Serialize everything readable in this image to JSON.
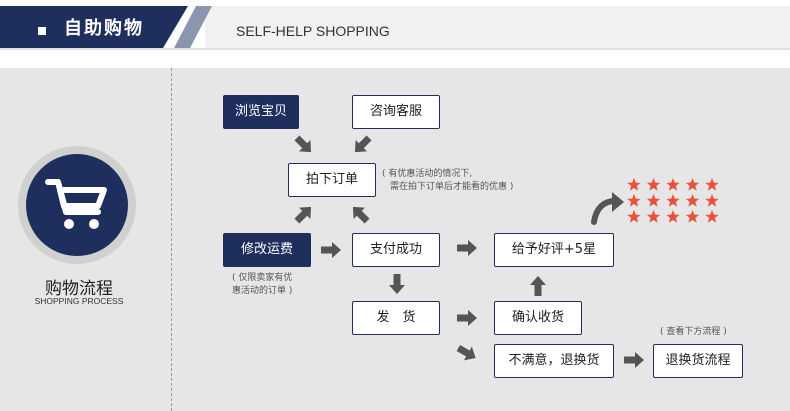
{
  "header": {
    "title": "自助购物",
    "subtitle": "SELF-HELP SHOPPING"
  },
  "process": {
    "title": "购物流程",
    "subtitle": "SHOPPING PROCESS"
  },
  "boxes": {
    "browse": "浏览宝贝",
    "consult": "咨询客服",
    "order": "拍下订单",
    "modify_shipping": "修改运费",
    "pay": "支付成功",
    "rate": "给予好评+5星",
    "ship": "发　货",
    "confirm": "确认收货",
    "unsatisfied": "不满意，退换货",
    "return_process": "退换货流程"
  },
  "notes": {
    "order_line1": "( 有优惠活动的情况下,",
    "order_line2": "需在拍下订单后才能看的优惠 )",
    "modify_line1": "( 仅限卖家有优",
    "modify_line2": "惠活动的订单 )",
    "return": "( 查看下方流程 )"
  },
  "rating": {
    "stars": 5,
    "rows": 3,
    "color": "#e8513c"
  },
  "colors": {
    "navy": "#1e2f5e",
    "arrow": "#555555",
    "panel": "#e6e6e6"
  }
}
